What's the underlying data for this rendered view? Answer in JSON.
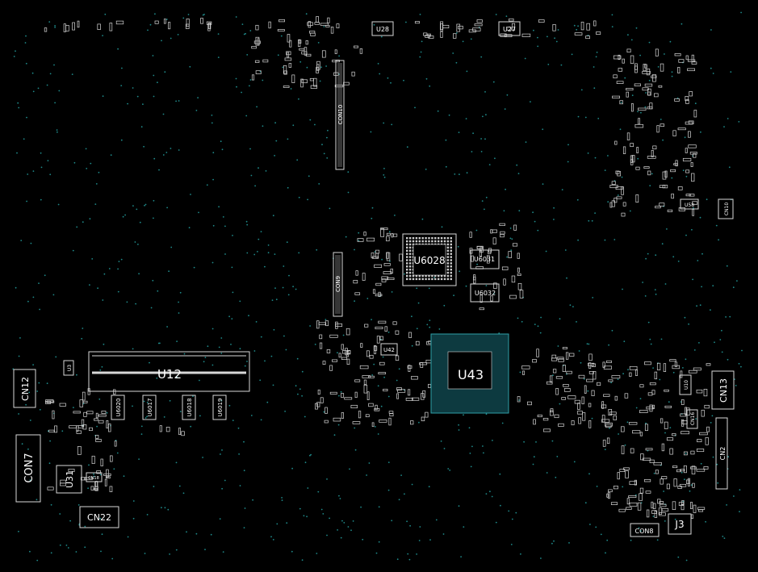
{
  "colors": {
    "background": "#000000",
    "outline": "#d8d8d8",
    "pad": "#cfcfcf",
    "via": "#1f8a8a",
    "bga": "#2fa0a8",
    "label": "#ffffff"
  },
  "labels": {
    "u28": "U28",
    "u27": "U27",
    "con10": "CON10",
    "u6028": "U6028",
    "u6031": "U6031",
    "u6032": "U6032",
    "con9": "CON9",
    "u42": "U42",
    "u43": "U43",
    "u12": "U12",
    "u3": "U3",
    "u6020": "U6020",
    "u6017": "U6017",
    "u6018": "U6018",
    "u6019": "U6019",
    "cn12": "CN12",
    "con7": "CON7",
    "u31": "U31",
    "cn18": "CN18",
    "cn22": "CN22",
    "u58": "U58",
    "cn10": "CN10",
    "cn13": "CN13",
    "u10": "U10",
    "cn16": "CN16",
    "cn2": "CN2",
    "con8": "CON8",
    "j3": "J3"
  }
}
